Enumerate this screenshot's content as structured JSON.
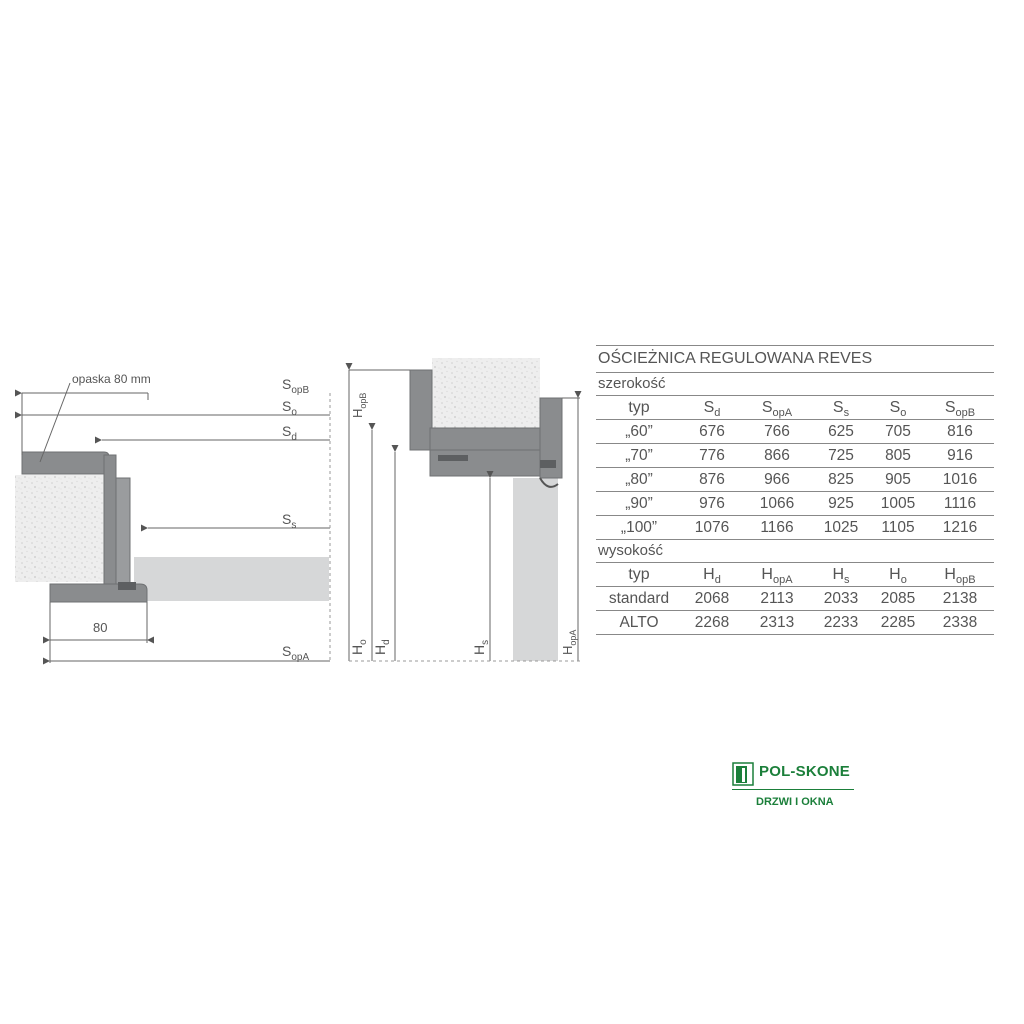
{
  "diagram_left": {
    "opaska_label": "opaska 80 mm",
    "dim_80": "80",
    "S_opB": {
      "base": "S",
      "sub": "opB"
    },
    "S_o": {
      "base": "S",
      "sub": "o"
    },
    "S_d": {
      "base": "S",
      "sub": "d"
    },
    "S_s": {
      "base": "S",
      "sub": "s"
    },
    "S_opA": {
      "base": "S",
      "sub": "opA"
    }
  },
  "diagram_right": {
    "H_opB": {
      "base": "H",
      "sub": "opB"
    },
    "H_o": {
      "base": "H",
      "sub": "o"
    },
    "H_d": {
      "base": "H",
      "sub": "d"
    },
    "H_s": {
      "base": "H",
      "sub": "s"
    },
    "H_opA": {
      "base": "H",
      "sub": "opA"
    }
  },
  "table": {
    "title": "OŚCIEŻNICA REGULOWANA REVES",
    "width_section": "szerokość",
    "width_header": [
      {
        "base": "typ",
        "sub": ""
      },
      {
        "base": "S",
        "sub": "d"
      },
      {
        "base": "S",
        "sub": "opA"
      },
      {
        "base": "S",
        "sub": "s"
      },
      {
        "base": "S",
        "sub": "o"
      },
      {
        "base": "S",
        "sub": "opB"
      }
    ],
    "width_rows": [
      [
        "„60”",
        "676",
        "766",
        "625",
        "705",
        "816"
      ],
      [
        "„70”",
        "776",
        "866",
        "725",
        "805",
        "916"
      ],
      [
        "„80”",
        "876",
        "966",
        "825",
        "905",
        "1016"
      ],
      [
        "„90”",
        "976",
        "1066",
        "925",
        "1005",
        "1116"
      ],
      [
        "„100”",
        "1076",
        "1166",
        "1025",
        "1105",
        "1216"
      ]
    ],
    "height_section": "wysokość",
    "height_header": [
      {
        "base": "typ",
        "sub": ""
      },
      {
        "base": "H",
        "sub": "d"
      },
      {
        "base": "H",
        "sub": "opA"
      },
      {
        "base": "H",
        "sub": "s"
      },
      {
        "base": "H",
        "sub": "o"
      },
      {
        "base": "H",
        "sub": "opB"
      }
    ],
    "height_rows": [
      [
        "standard",
        "2068",
        "2113",
        "2033",
        "2085",
        "2138"
      ],
      [
        "ALTO",
        "2268",
        "2313",
        "2233",
        "2285",
        "2338"
      ]
    ]
  },
  "logo": {
    "brand": "POL-SKONE",
    "tagline": "DRZWI I OKNA",
    "color": "#1b7f3a"
  },
  "colors": {
    "frame": "#8a8c8e",
    "wall": "#e4e4e4",
    "door_leaf": "#d6d7d8"
  }
}
